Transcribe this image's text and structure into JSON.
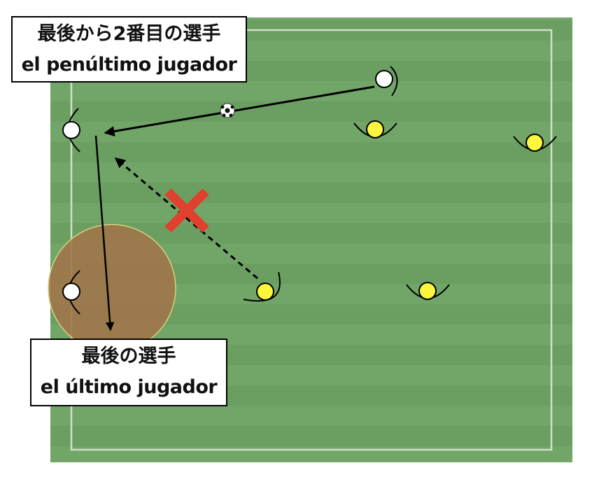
{
  "labels": {
    "penultimate": {
      "jp": "最後から2番目の選手",
      "es": "el penúltimo jugador"
    },
    "last": {
      "jp": "最後の選手",
      "es": "el último jugador"
    }
  },
  "colors": {
    "pitch": "#6fa466",
    "stripe": "#76aa6b",
    "line": "#c9dcc2",
    "attacker": "#ffffff",
    "defender": "#fcf63f",
    "cross": "#e0412e",
    "zone": "#9b7848"
  },
  "icons": {
    "ball": "soccer-ball-icon",
    "cross": "blocked-x-icon"
  }
}
